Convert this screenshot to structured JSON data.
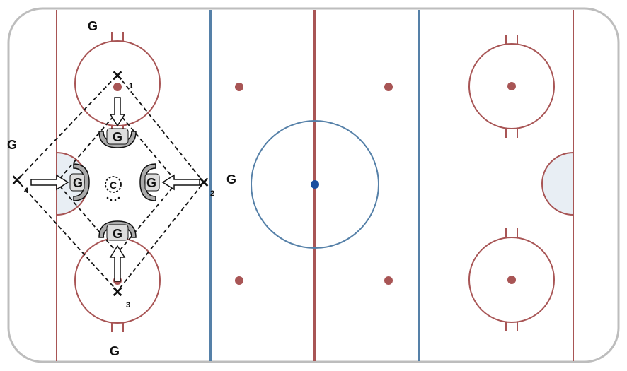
{
  "colors": {
    "board": "#c8c8c8",
    "red_line": "#a85555",
    "blue_line": "#5580a8",
    "faceoff_dot": "#a85555",
    "center_dot": "#1a4fa0",
    "crease_fill": "#e8eef4",
    "drill_line": "#111111"
  },
  "goalie_letter": "G",
  "player_mark": "✕",
  "players": [
    {
      "id": "1",
      "number": "1"
    },
    {
      "id": "2",
      "number": "2"
    },
    {
      "id": "3",
      "number": "3"
    },
    {
      "id": "4",
      "number": "4"
    }
  ],
  "center_marker": "C",
  "standalone_goalies": [
    "G",
    "G",
    "G",
    "G"
  ],
  "crease_goalies": [
    "G",
    "G",
    "G",
    "G"
  ]
}
